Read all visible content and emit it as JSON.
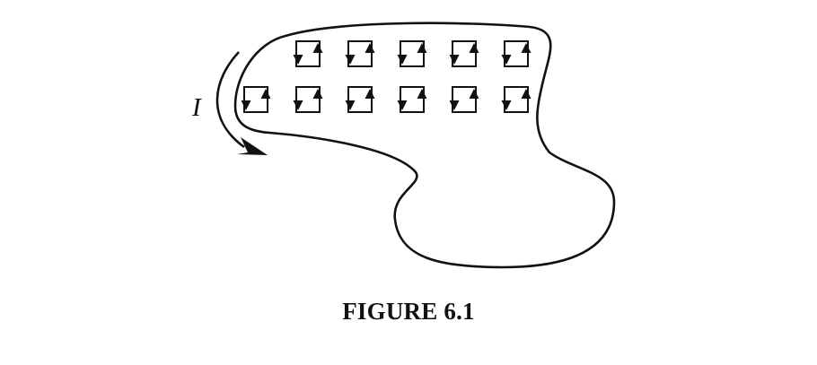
{
  "figure": {
    "caption": "FIGURE 6.1",
    "current_label": "I",
    "line_color": "#111111",
    "loops": {
      "rows": [
        {
          "count": 5
        },
        {
          "count": 6
        }
      ]
    }
  }
}
